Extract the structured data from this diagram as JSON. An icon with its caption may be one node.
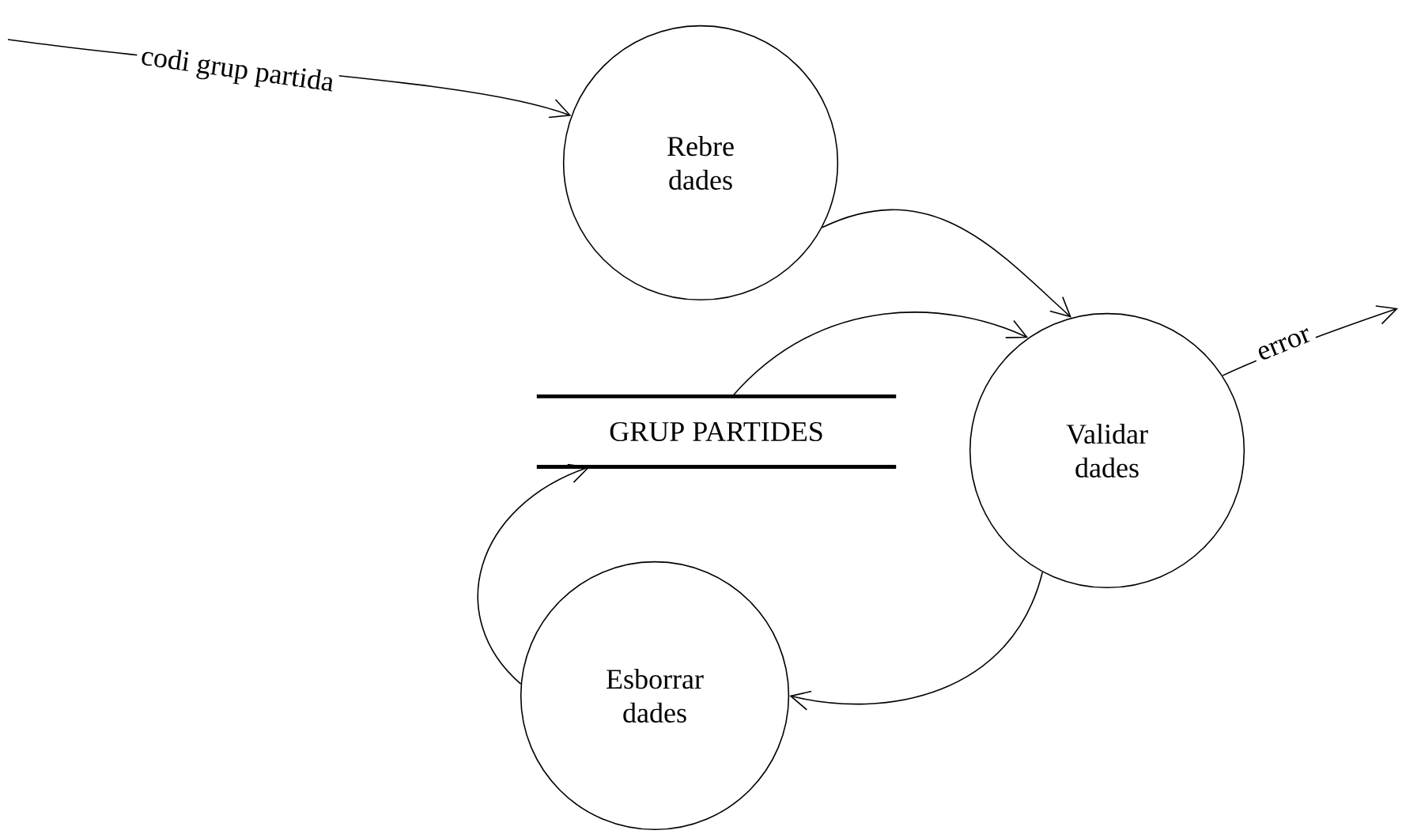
{
  "diagram": {
    "nodes": [
      {
        "text": [
          "Rebre dades"
        ]
      },
      {
        "text": [
          "GRUP PARTIDES"
        ]
      },
      {
        "text": [
          "Validar dades"
        ]
      },
      {
        "text": [
          "Esborrar dades"
        ]
      }
    ],
    "edges": [
      {
        "from": null,
        "to": 0,
        "arrow": "to",
        "label": "codi grup partida"
      },
      {
        "from": 0,
        "to": 2,
        "arrow": "to"
      },
      {
        "from": 1,
        "to": 2,
        "arrow": "to"
      },
      {
        "from": 2,
        "to": 3,
        "arrow": "to"
      },
      {
        "from": 3,
        "to": 1,
        "arrow": "to"
      },
      {
        "from": 2,
        "to": null,
        "arrow": "to",
        "label": "error"
      }
    ]
  }
}
